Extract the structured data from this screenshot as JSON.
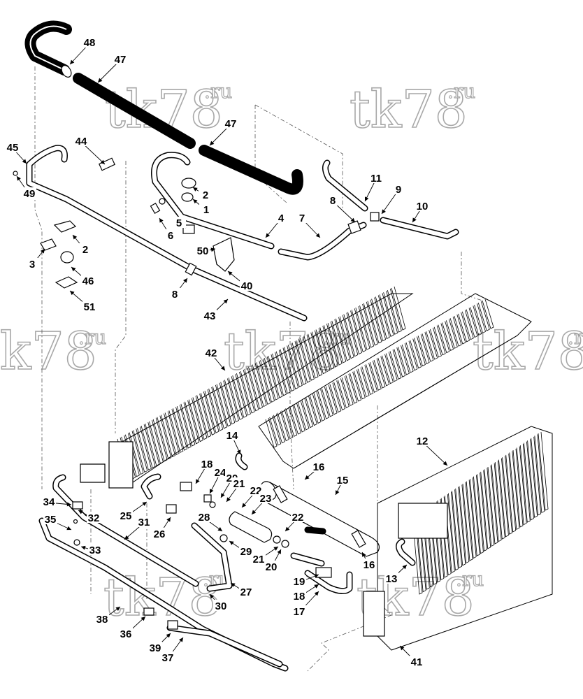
{
  "watermark": {
    "text": "tk78",
    "suffix": ".ru"
  },
  "callouts": [
    "48",
    "47",
    "47",
    "45",
    "44",
    "49",
    "11",
    "9",
    "8",
    "10",
    "2",
    "1",
    "5",
    "6",
    "4",
    "7",
    "2",
    "3",
    "50",
    "46",
    "40",
    "51",
    "8",
    "43",
    "42",
    "12",
    "14",
    "16",
    "15",
    "18",
    "24",
    "20",
    "21",
    "22",
    "23",
    "22",
    "25",
    "26",
    "28",
    "29",
    "21",
    "20",
    "16",
    "34",
    "32",
    "31",
    "35",
    "33",
    "27",
    "30",
    "19",
    "18",
    "17",
    "13",
    "38",
    "36",
    "39",
    "37",
    "41"
  ]
}
